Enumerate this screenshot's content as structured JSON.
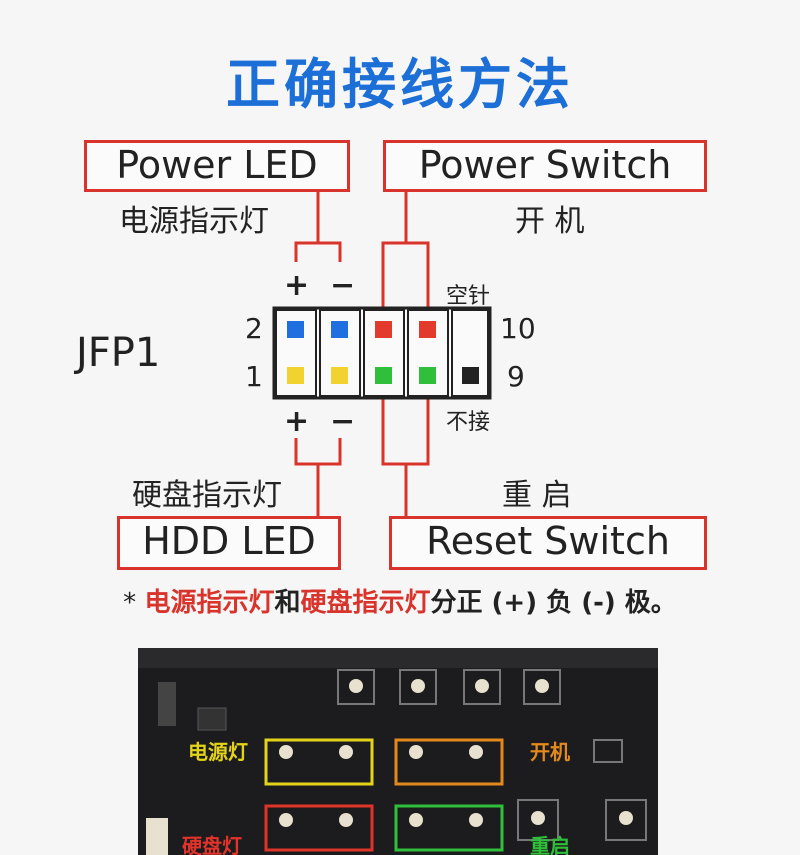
{
  "title": "正确接线方法",
  "labels": {
    "power_led": "Power LED",
    "power_led_cn": "电源指示灯",
    "power_switch": "Power Switch",
    "power_switch_cn": "开 机",
    "hdd_led": "HDD LED",
    "hdd_led_cn": "硬盘指示灯",
    "reset_switch": "Reset Switch",
    "reset_switch_cn": "重 启",
    "header_name": "JFP1",
    "empty_pin": "空针",
    "no_connect": "不接",
    "plus": "+",
    "minus": "−"
  },
  "pin_numbers": {
    "top_left": "2",
    "bottom_left": "1",
    "top_right": "10",
    "bottom_right": "9"
  },
  "note": {
    "star": "*",
    "part1": "电源指示灯",
    "and": "和",
    "part2": "硬盘指示灯",
    "rest": "分正 (+) 负 (-) 极。"
  },
  "photo_labels": {
    "power_led": "电源灯",
    "power_switch": "开机",
    "hdd_led": "硬盘灯",
    "reset": "重启"
  },
  "colors": {
    "title_blue": "#1b6fd6",
    "frame_red": "#d9342b",
    "pin_blue": "#1f6fe0",
    "pin_yellow": "#f2d22e",
    "pin_red": "#e23a2c",
    "pin_green": "#2fbf3a",
    "pin_black": "#222222",
    "photo_yellow": "#e3d419",
    "photo_orange": "#e48a1c",
    "photo_red": "#e0332a",
    "photo_green": "#2fbf3a"
  }
}
